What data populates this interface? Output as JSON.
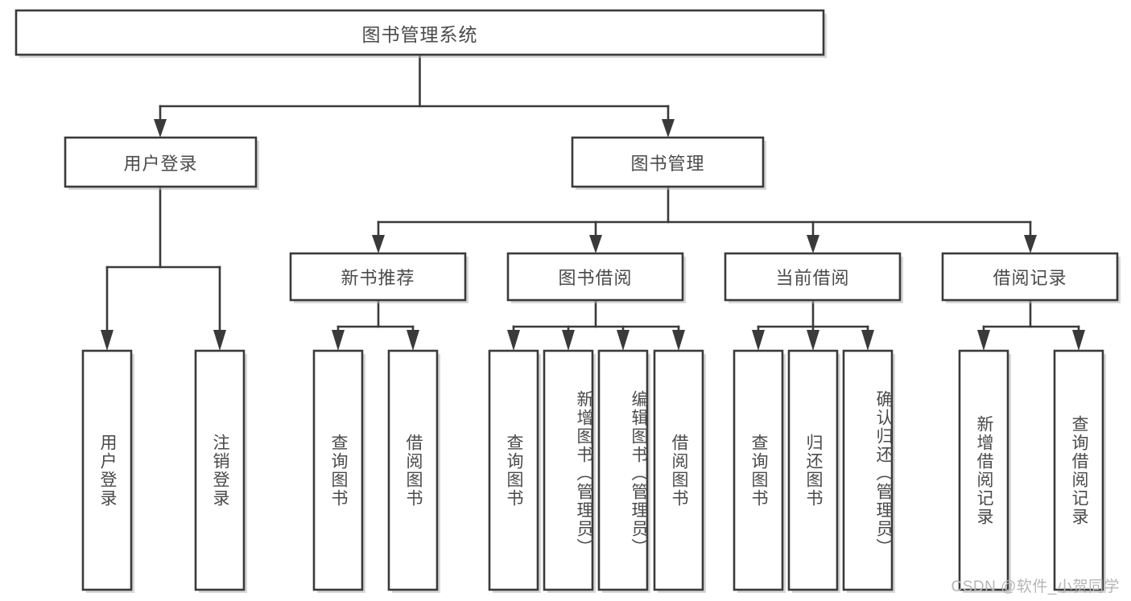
{
  "diagram": {
    "type": "tree",
    "title": "图书管理系统",
    "root": {
      "id": "root",
      "label": "图书管理系统",
      "orientation": "horizontal"
    },
    "level2": [
      {
        "id": "user-login",
        "label": "用户登录",
        "orientation": "horizontal"
      },
      {
        "id": "book-manage",
        "label": "图书管理",
        "orientation": "horizontal"
      }
    ],
    "level3": [
      {
        "id": "new-book-recommend",
        "label": "新书推荐",
        "orientation": "horizontal",
        "parent": "book-manage"
      },
      {
        "id": "book-borrow",
        "label": "图书借阅",
        "orientation": "horizontal",
        "parent": "book-manage"
      },
      {
        "id": "current-borrow",
        "label": "当前借阅",
        "orientation": "horizontal",
        "parent": "book-manage"
      },
      {
        "id": "borrow-record",
        "label": "借阅记录",
        "orientation": "horizontal",
        "parent": "book-manage"
      }
    ],
    "leaves": [
      {
        "id": "leaf-user-login",
        "label": "用户登录",
        "parent": "user-login",
        "orientation": "vertical"
      },
      {
        "id": "leaf-user-logout",
        "label": "注销登录",
        "parent": "user-login",
        "orientation": "vertical"
      },
      {
        "id": "leaf-query-book-1",
        "label": "查询图书",
        "parent": "new-book-recommend",
        "orientation": "vertical"
      },
      {
        "id": "leaf-borrow-book-1",
        "label": "借阅图书",
        "parent": "new-book-recommend",
        "orientation": "vertical"
      },
      {
        "id": "leaf-query-book-2",
        "label": "查询图书",
        "parent": "book-borrow",
        "orientation": "vertical"
      },
      {
        "id": "leaf-add-book",
        "label": "新增图书（管理员）",
        "parent": "book-borrow",
        "orientation": "vertical"
      },
      {
        "id": "leaf-edit-book",
        "label": "编辑图书（管理员）",
        "parent": "book-borrow",
        "orientation": "vertical"
      },
      {
        "id": "leaf-borrow-book-2",
        "label": "借阅图书",
        "parent": "book-borrow",
        "orientation": "vertical"
      },
      {
        "id": "leaf-query-book-3",
        "label": "查询图书",
        "parent": "current-borrow",
        "orientation": "vertical"
      },
      {
        "id": "leaf-return-book",
        "label": "归还图书",
        "parent": "current-borrow",
        "orientation": "vertical"
      },
      {
        "id": "leaf-confirm-return",
        "label": "确认归还（管理员）",
        "parent": "current-borrow",
        "orientation": "vertical"
      },
      {
        "id": "leaf-add-record",
        "label": "新增借阅记录",
        "parent": "borrow-record",
        "orientation": "vertical"
      },
      {
        "id": "leaf-query-record",
        "label": "查询借阅记录",
        "parent": "borrow-record",
        "orientation": "vertical"
      }
    ],
    "colors": {
      "box_fill": "#ffffff",
      "box_stroke": "#3a3a3a",
      "text": "#4a4a4a",
      "background": "#ffffff",
      "watermark": "#b6b6b6"
    }
  },
  "watermark": {
    "text": "CSDN @软件_小贺同学"
  }
}
